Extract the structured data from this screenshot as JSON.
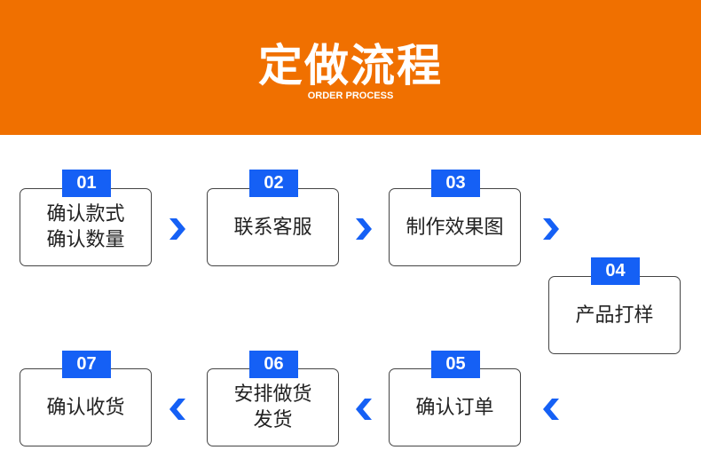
{
  "header": {
    "title": "定做流程",
    "subtitle": "ORDER PROCESS"
  },
  "colors": {
    "header": "#F07000",
    "accent": "#1560F5"
  },
  "steps": [
    {
      "num": "01",
      "label": "确认款式\n确认数量"
    },
    {
      "num": "02",
      "label": "联系客服"
    },
    {
      "num": "03",
      "label": "制作效果图"
    },
    {
      "num": "04",
      "label": "产品打样"
    },
    {
      "num": "05",
      "label": "确认订单"
    },
    {
      "num": "06",
      "label": "安排做货\n发货"
    },
    {
      "num": "07",
      "label": "确认收货"
    }
  ]
}
